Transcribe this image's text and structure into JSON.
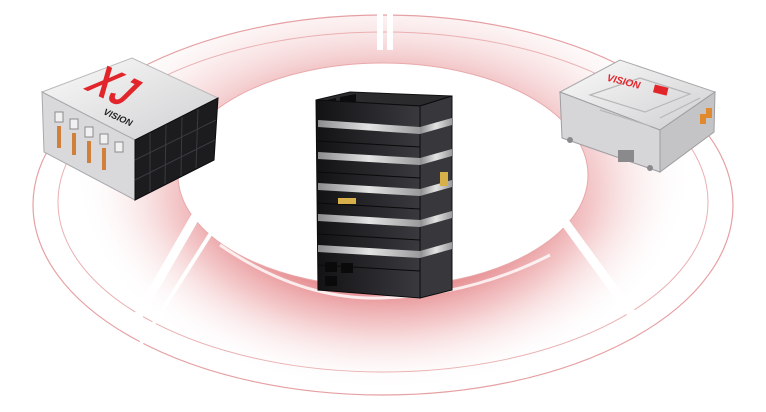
{
  "left_module": {
    "logo_big": "XJ",
    "logo_small": "VISION"
  },
  "right_module": {
    "logo": "VISION"
  },
  "colors": {
    "ring_red": "#d6363c",
    "ring_outline": "#e6a0a3",
    "logo_red": "#e2252b",
    "module_dark": "#1f1f22",
    "module_light": "#e9e9e9",
    "copper": "#d0803a",
    "gold": "#d7b04a"
  }
}
